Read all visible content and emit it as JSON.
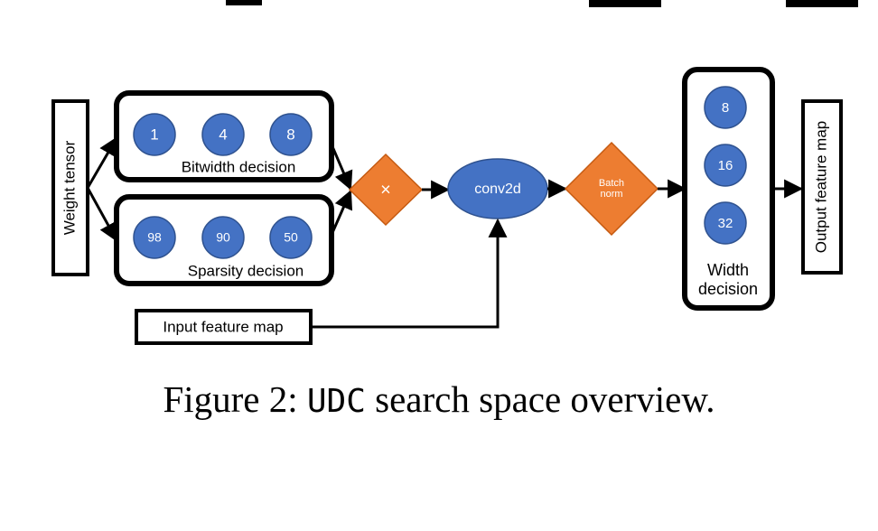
{
  "diagram": {
    "weight_tensor_label": "Weight tensor",
    "bitwidth": {
      "label": "Bitwidth decision",
      "options": [
        "1",
        "4",
        "8"
      ]
    },
    "sparsity": {
      "label": "Sparsity decision",
      "options": [
        "98",
        "90",
        "50"
      ]
    },
    "multiply_label": "×",
    "conv_label": "conv2d",
    "batchnorm_label_line1": "Batch",
    "batchnorm_label_line2": "norm",
    "width": {
      "label_line1": "Width",
      "label_line2": "decision",
      "options": [
        "8",
        "16",
        "32"
      ]
    },
    "input_feature_map_label": "Input feature map",
    "output_feature_map_label": "Output feature map",
    "colors": {
      "circle_fill": "#4472C4",
      "circle_stroke": "#2F528F",
      "diamond_fill": "#ED7D31",
      "diamond_stroke": "#C55A11",
      "line": "#000000"
    }
  },
  "caption": {
    "prefix": "Figure 2: ",
    "code": "UDC",
    "suffix": " search space overview."
  }
}
